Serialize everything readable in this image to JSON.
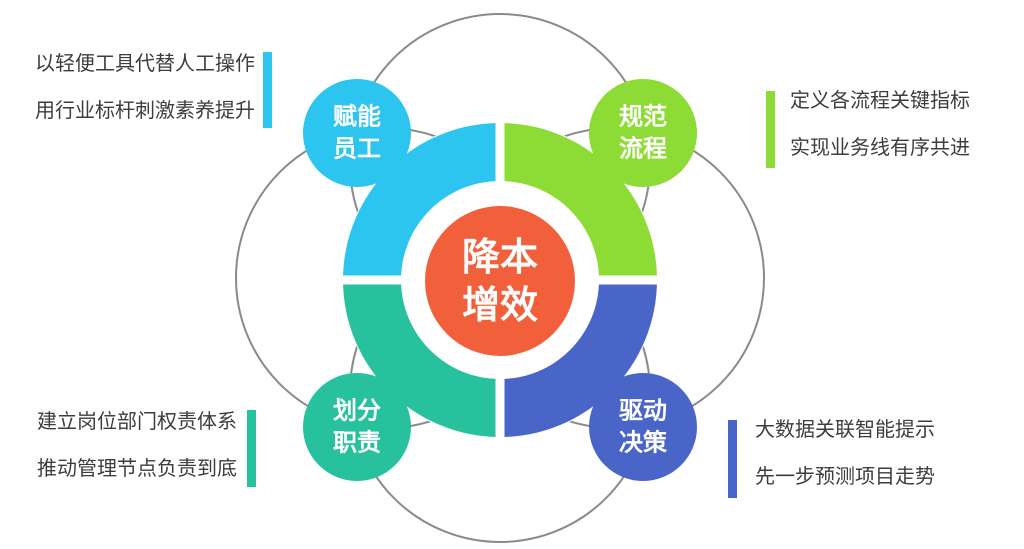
{
  "center": {
    "label_line1": "降本",
    "label_line2": "增效",
    "color": "#F2603B"
  },
  "decor": {
    "petal_stroke_color": "#8A8A8A",
    "background_color": "#FFFFFF"
  },
  "quadrants": [
    {
      "position": "top-left",
      "color": "#2BC5F0",
      "label_line1": "赋能",
      "label_line2": "员工",
      "note1": "以轻便工具代替人工操作",
      "note2": "用行业标杆刺激素养提升"
    },
    {
      "position": "top-right",
      "color": "#8DDB35",
      "label_line1": "规范",
      "label_line2": "流程",
      "note1": "定义各流程关键指标",
      "note2": "实现业务线有序共进"
    },
    {
      "position": "bottom-left",
      "color": "#27C29D",
      "label_line1": "划分",
      "label_line2": "职责",
      "note1": "建立岗位部门权责体系",
      "note2": "推动管理节点负责到底"
    },
    {
      "position": "bottom-right",
      "color": "#4A65C8",
      "label_line1": "驱动",
      "label_line2": "决策",
      "note1": "大数据关联智能提示",
      "note2": "先一步预测项目走势"
    }
  ]
}
